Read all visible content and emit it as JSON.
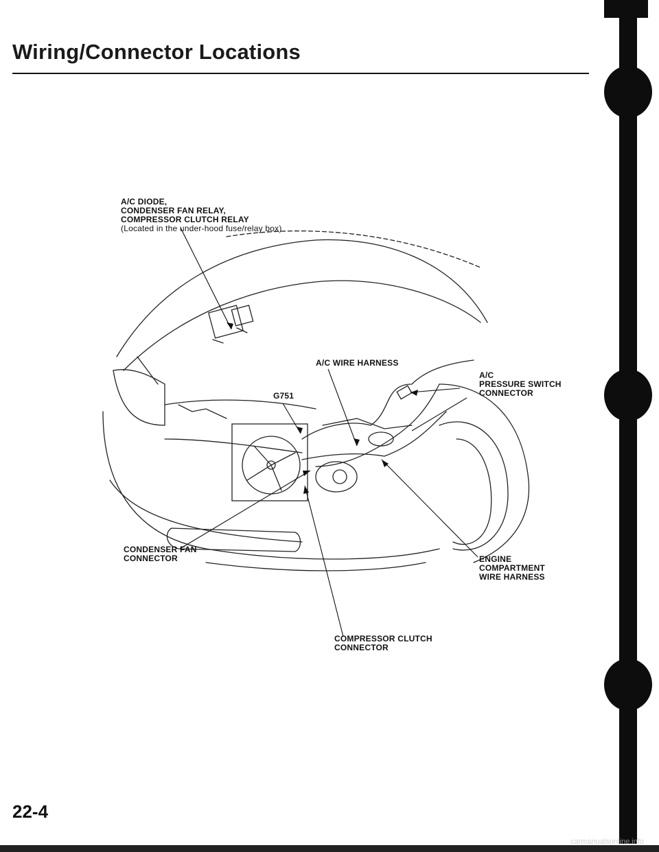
{
  "header": {
    "title": "Wiring/Connector Locations"
  },
  "labels": {
    "relay_box_line1": "A/C DIODE,",
    "relay_box_line2": "CONDENSER FAN RELAY,",
    "relay_box_line3": "COMPRESSOR CLUTCH RELAY",
    "relay_box_note": "(Located in the under-hood fuse/relay box)",
    "wire_harness": "A/C WIRE HARNESS",
    "ground": "G751",
    "pressure_switch_line1": "A/C",
    "pressure_switch_line2": "PRESSURE SWITCH",
    "pressure_switch_line3": "CONNECTOR",
    "condenser_fan_line1": "CONDENSER FAN",
    "condenser_fan_line2": "CONNECTOR",
    "engine_harness_line1": "ENGINE",
    "engine_harness_line2": "COMPARTMENT",
    "engine_harness_line3": "WIRE HARNESS",
    "clutch_line1": "COMPRESSOR CLUTCH",
    "clutch_line2": "CONNECTOR"
  },
  "footer": {
    "page_number": "22-4",
    "watermark": "carmanualsonline.info"
  }
}
